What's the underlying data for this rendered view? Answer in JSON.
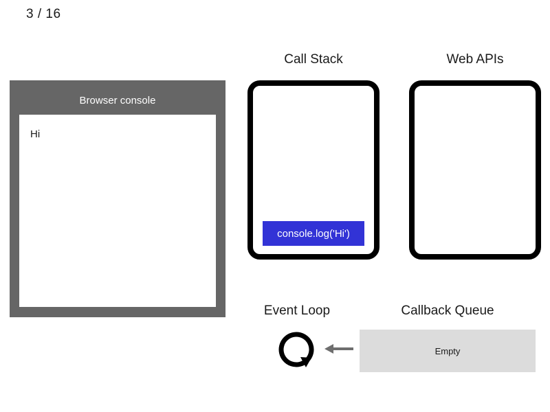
{
  "slide": {
    "counter": "3 / 16"
  },
  "console": {
    "title": "Browser console",
    "lines": [
      "Hi"
    ]
  },
  "call_stack": {
    "heading": "Call Stack",
    "frames": [
      "console.log('Hi')"
    ],
    "frame_color": "#3233d6"
  },
  "web_apis": {
    "heading": "Web APIs",
    "items": []
  },
  "event_loop": {
    "heading": "Event Loop",
    "icon": "circular-arrow-icon",
    "arrow_icon": "arrow-left-icon",
    "arrow_color": "#6e6e6e"
  },
  "callback_queue": {
    "heading": "Callback Queue",
    "status": "Empty",
    "box_color": "#dcdcdc"
  },
  "colors": {
    "console_panel": "#666666",
    "box_border": "#000000",
    "background": "#ffffff"
  }
}
